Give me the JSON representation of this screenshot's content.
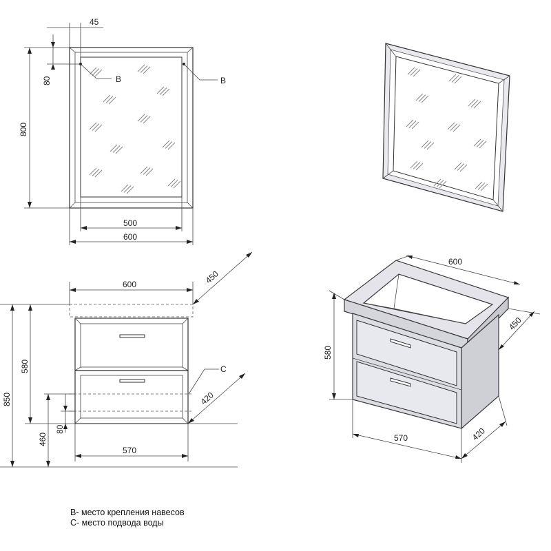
{
  "mirror_front": {
    "dim_top": "45",
    "dim_height": "800",
    "dim_offset": "80",
    "hole_label_left": "B",
    "hole_label_right": "B",
    "dim_inner_width": "500",
    "dim_outer_width": "600"
  },
  "mirror_3d": {},
  "cabinet_front": {
    "dim_top_width": "600",
    "dim_depth": "450",
    "dim_total_height": "850",
    "dim_body_height": "580",
    "dim_floor": "460",
    "dim_pipe": "80",
    "dim_depth_body": "420",
    "dim_bottom_width": "570",
    "water_label": "C"
  },
  "cabinet_3d": {
    "dim_top_width": "600",
    "dim_depth": "450",
    "dim_height": "580",
    "dim_bottom_width": "570",
    "dim_depth_body": "420"
  },
  "legend": {
    "line_b": "B- место крепления навесов",
    "line_c": "С- место подвода воды"
  }
}
